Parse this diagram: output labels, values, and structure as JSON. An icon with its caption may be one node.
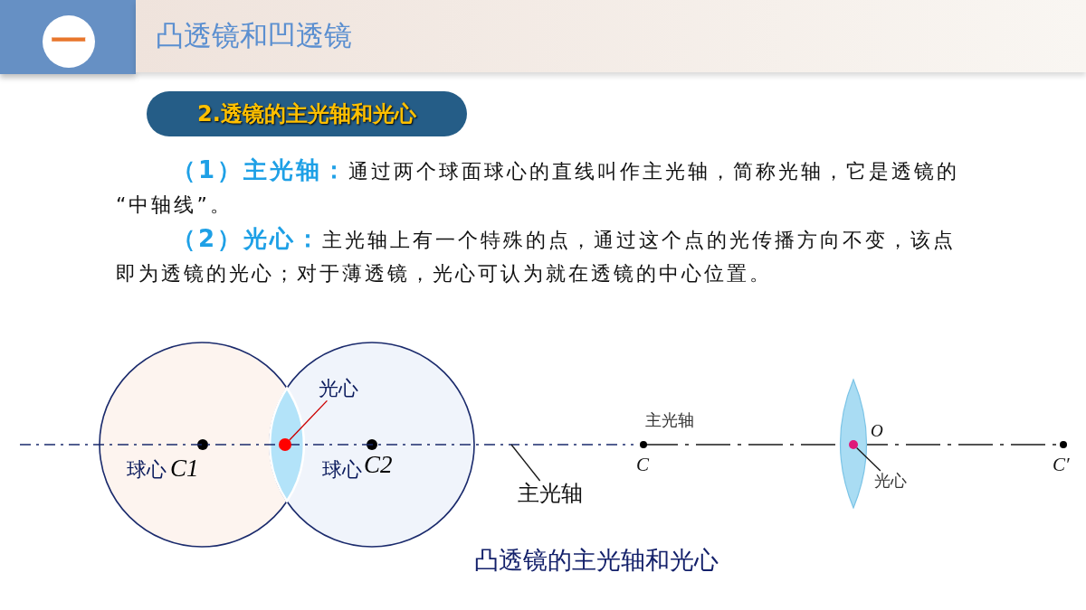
{
  "diagram": {
    "title": "凸透镜和凹透镜",
    "caption": "凸透镜的主光轴和光心",
    "nodes": [
      {
        "text": [
          "光心"
        ]
      },
      {
        "text": [],
        "shape": "circle"
      },
      {
        "text": [
          "主光轴"
        ]
      },
      {
        "text": [],
        "shape": "line"
      },
      {
        "text": [
          "光心"
        ]
      },
      {
        "text": [],
        "shape": "circle"
      }
    ],
    "edges": [
      {
        "from": 0,
        "to": 1,
        "arrow": "none",
        "color": "#cc0000"
      },
      {
        "from": 2,
        "to": 3,
        "arrow": "none"
      },
      {
        "from": 4,
        "to": 5,
        "arrow": "none"
      }
    ],
    "labels": [
      "一",
      "2.透镜的主光轴和光心",
      "**（1）主光轴：**通过两个球面球心的直线叫作主光轴，简称光轴，它是透镜的“中轴线”。",
      "**（2）光心：**主光轴上有一个特殊的点，通过这个点的光传播方向不变，该点即为透镜的光心；对于薄透镜，光心可认为就在透镜的中心位置。",
      "球心",
      "C1",
      "球心",
      "C2",
      "主光轴",
      "O",
      "C",
      "C′"
    ]
  }
}
